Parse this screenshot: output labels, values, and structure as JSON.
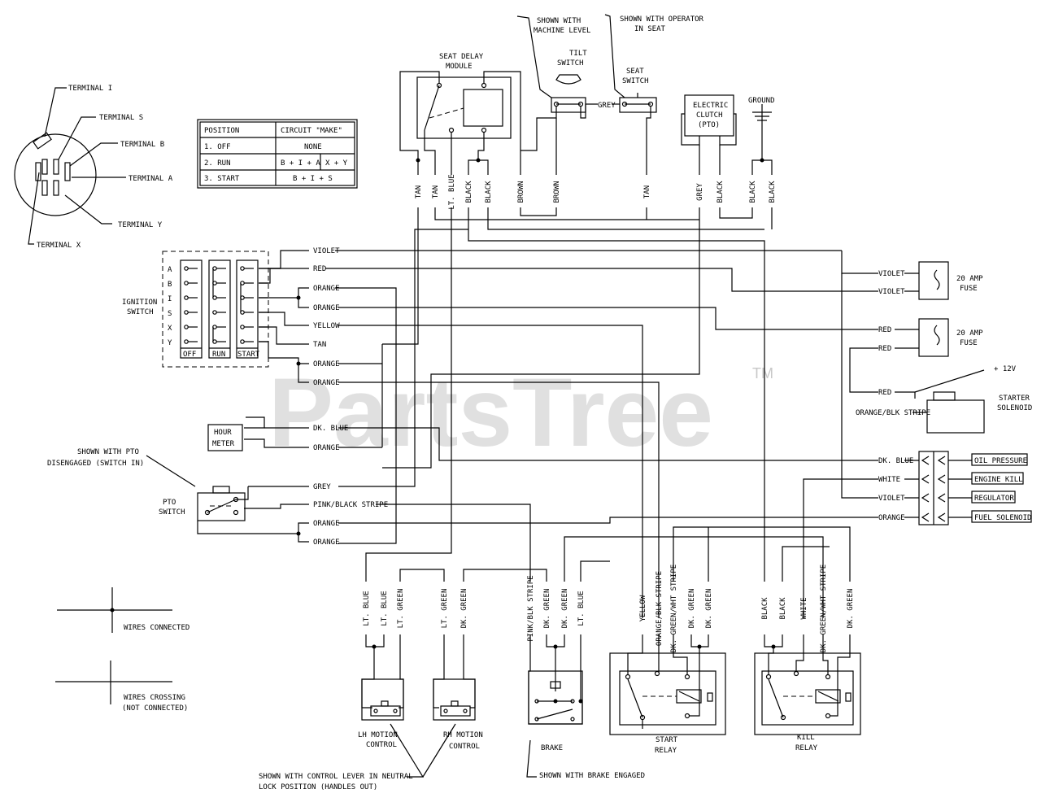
{
  "watermark": "PartsTree",
  "watermark_tm": "TM",
  "ignition": {
    "terminal_i": "TERMINAL I",
    "terminal_s": "TERMINAL S",
    "terminal_b": "TERMINAL B",
    "terminal_a": "TERMINAL A",
    "terminal_y": "TERMINAL Y",
    "terminal_x": "TERMINAL X",
    "label_line1": "IGNITION",
    "label_line2": "SWITCH",
    "rows": [
      "A",
      "B",
      "I",
      "S",
      "X",
      "Y"
    ],
    "cols": [
      "OFF",
      "RUN",
      "START"
    ]
  },
  "position_table": {
    "headers": [
      "POSITION",
      "CIRCUIT \"MAKE\""
    ],
    "rows": [
      {
        "pos": "1. OFF",
        "circuit": "NONE"
      },
      {
        "pos": "2. RUN",
        "circuit": "B + I + A",
        "circuit2": "X + Y"
      },
      {
        "pos": "3. START",
        "circuit": "B + I + S"
      }
    ]
  },
  "components": {
    "seat_delay_1": "SEAT DELAY",
    "seat_delay_2": "MODULE",
    "tilt_note_1": "SHOWN WITH",
    "tilt_note_2": "MACHINE LEVEL",
    "tilt_1": "TILT",
    "tilt_2": "SWITCH",
    "seat_note_1": "SHOWN WITH OPERATOR",
    "seat_note_2": "IN SEAT",
    "seat_1": "SEAT",
    "seat_2": "SWITCH",
    "grey_link": "GREY",
    "clutch_1": "ELECTRIC",
    "clutch_2": "CLUTCH",
    "clutch_3": "(PTO)",
    "ground": "GROUND",
    "hour_1": "HOUR",
    "hour_2": "METER",
    "pto_note_1": "SHOWN WITH PTO",
    "pto_note_2": "DISENGAGED (SWITCH IN)",
    "pto_1": "PTO",
    "pto_2": "SWITCH",
    "fuse_1": "20 AMP",
    "fuse_2": "FUSE",
    "plus12": "+ 12V",
    "starter_1": "STARTER",
    "starter_2": "SOLENOID",
    "oil": "OIL PRESSURE",
    "kill": "ENGINE KILL",
    "reg": "REGULATOR",
    "fuel": "FUEL SOLENOID",
    "lh_1": "LH MOTION",
    "lh_2": "CONTROL",
    "rh_1": "RH MOTION",
    "rh_2": "CONTROL",
    "brake": "BRAKE",
    "start_1": "START",
    "start_2": "RELAY",
    "kill_1": "KILL",
    "kill_2": "RELAY",
    "lever_note_1": "SHOWN WITH CONTROL LEVER IN NEUTRAL",
    "lever_note_2": "LOCK POSITION (HANDLES OUT)",
    "brake_note": "SHOWN WITH BRAKE ENGAGED",
    "legend_connected": "WIRES CONNECTED",
    "legend_crossing_1": "WIRES CROSSING",
    "legend_crossing_2": "(NOT CONNECTED)"
  },
  "wire_labels": {
    "top": [
      "TAN",
      "TAN",
      "LT. BLUE",
      "BLACK",
      "BLACK",
      "BROWN",
      "BROWN",
      "TAN",
      "GREY",
      "BLACK",
      "BLACK",
      "BLACK"
    ],
    "ignition_side": [
      "VIOLET",
      "RED",
      "ORANGE",
      "ORANGE",
      "YELLOW",
      "TAN",
      "ORANGE",
      "ORANGE",
      "DK. BLUE",
      "ORANGE",
      "GREY",
      "PINK/BLACK STRIPE",
      "ORANGE",
      "ORANGE"
    ],
    "right_side": [
      "VIOLET",
      "VIOLET",
      "RED",
      "RED",
      "RED",
      "ORANGE/BLK STRIPE",
      "DK. BLUE",
      "WHITE",
      "VIOLET",
      "ORANGE"
    ],
    "motion": [
      "LT. BLUE",
      "LT. BLUE",
      "LT. GREEN",
      "LT. GREEN",
      "DK. GREEN"
    ],
    "brake": [
      "PINK/BLK STRIPE",
      "DK. GREEN",
      "DK. GREEN",
      "LT. BLUE"
    ],
    "start_relay": [
      "YELLOW",
      "ORANGE/BLK STRIPE",
      "DK. GREEN/WHT STRIPE",
      "DK. GREEN",
      "DK. GREEN"
    ],
    "kill_relay": [
      "BLACK",
      "BLACK",
      "WHITE",
      "DK. GREEN/WHT STRIPE",
      "DK. GREEN"
    ]
  }
}
